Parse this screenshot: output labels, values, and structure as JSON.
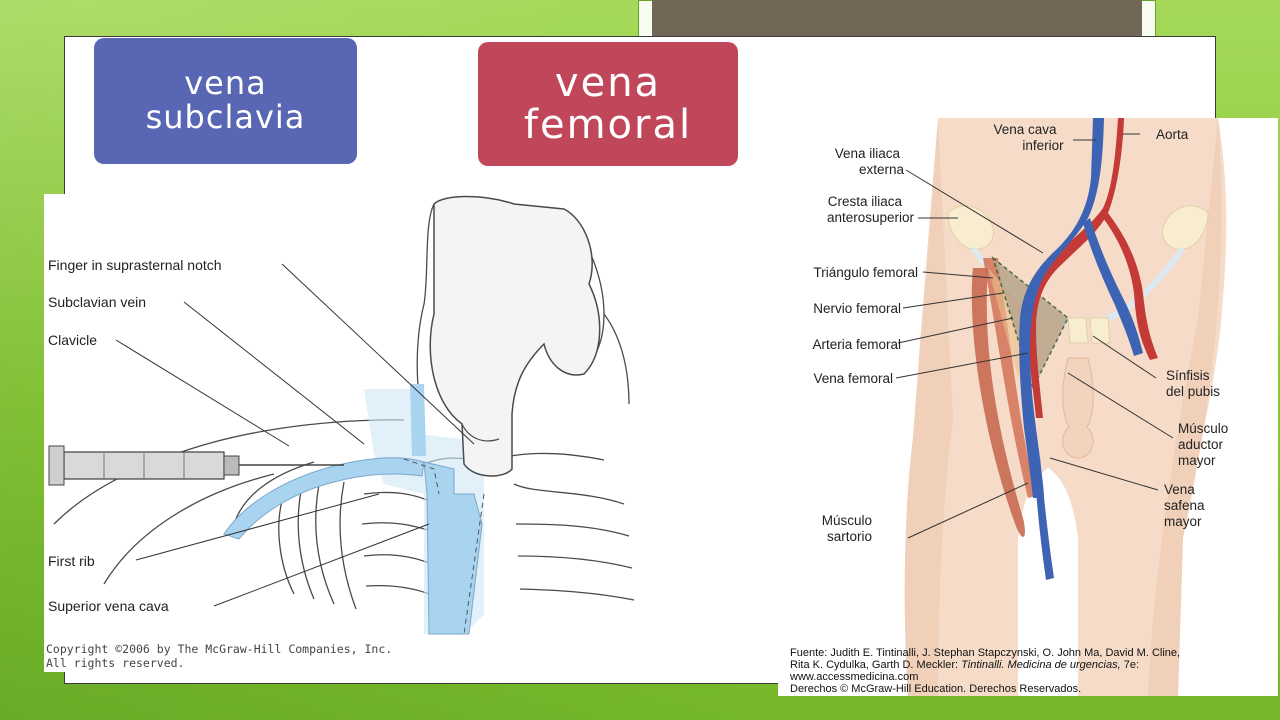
{
  "labels": {
    "subclavia": [
      "vena",
      "subclavia"
    ],
    "femoral": [
      "vena",
      "femoral"
    ]
  },
  "left_figure": {
    "labels": [
      "Finger in suprasternal notch",
      "Subclavian vein",
      "Clavicle",
      "First rib",
      "Superior vena cava"
    ],
    "copyright": [
      "Copyright ©2006 by The McGraw-Hill Companies, Inc.",
      "All rights reserved."
    ]
  },
  "right_figure": {
    "labels_left": [
      [
        "Vena iliaca",
        "externa"
      ],
      [
        "Cresta iliaca",
        "anterosuperior"
      ],
      [
        "Triángulo femoral"
      ],
      [
        "Nervio femoral"
      ],
      [
        "Arteria femoral"
      ],
      [
        "Vena femoral"
      ],
      [
        "Músculo",
        "sartorio"
      ]
    ],
    "labels_top": [
      [
        "Vena cava",
        "inferior"
      ],
      [
        "Aorta"
      ]
    ],
    "labels_right": [
      [
        "Sínfisis",
        "del pubis"
      ],
      [
        "Músculo",
        "aductor",
        "mayor"
      ],
      [
        "Vena",
        "safena",
        "mayor"
      ]
    ],
    "source": {
      "line1": "Fuente: Judith E. Tintinalli, J. Stephan Stapczynski, O. John Ma, David M. Cline,",
      "line2_prefix": "Rita K. Cydulka, Garth D. Meckler: ",
      "line2_title": "Tintinalli. Medicina de urgencias,",
      "line2_suffix": " 7e:",
      "line3": "www.accessmedicina.com",
      "line4": "Derechos © McGraw-Hill Education. Derechos Reservados."
    }
  },
  "colors": {
    "background": "#8fcd3a",
    "subclavia_label": "#5866b3",
    "femoral_label": "#c0465a",
    "title_box": "#726757",
    "vein_blue": "#3d64b4",
    "artery_red": "#c33a36"
  }
}
